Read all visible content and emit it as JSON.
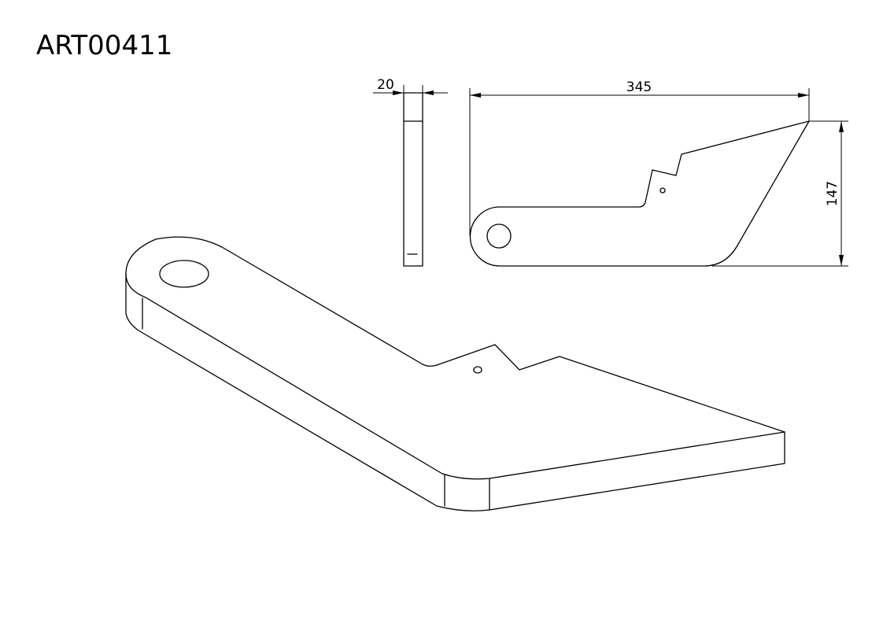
{
  "drawing": {
    "part_number": "ART00411",
    "dimensions": {
      "thickness": "20",
      "length": "345",
      "height": "147"
    },
    "line_color": "#000000",
    "background_color": "#ffffff"
  }
}
